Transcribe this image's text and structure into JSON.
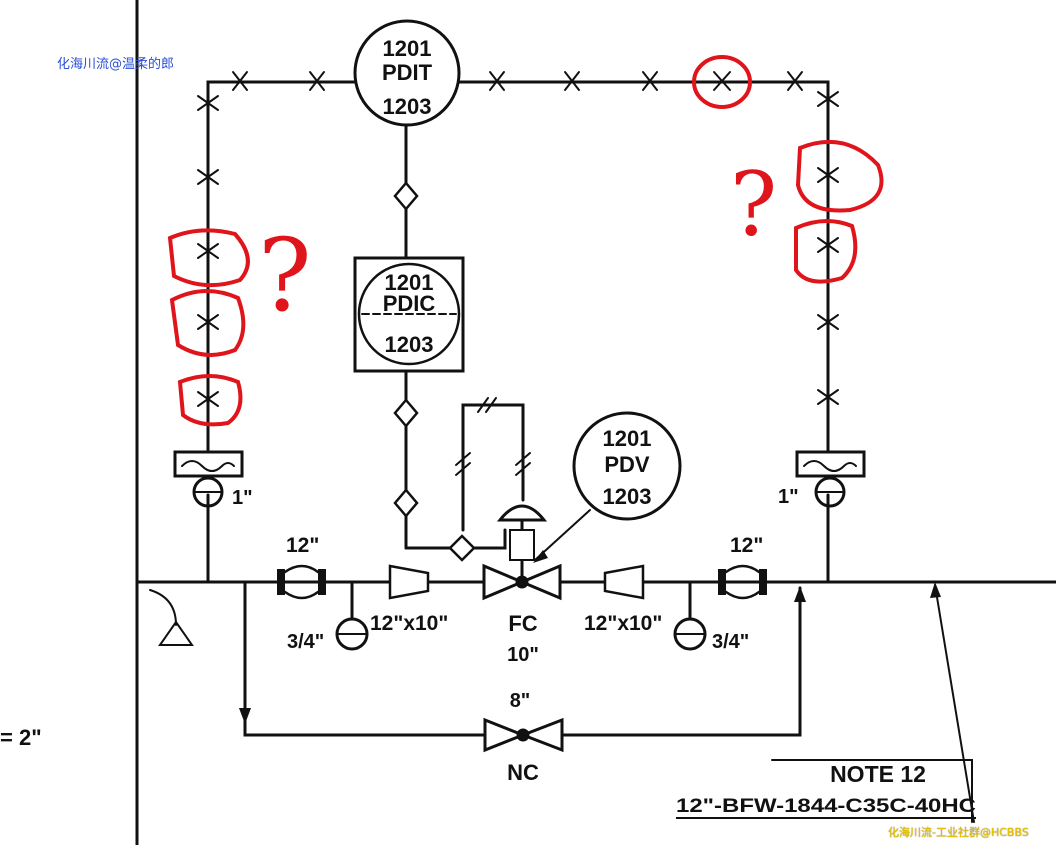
{
  "watermarks": {
    "top_left": "化海川流@温柔的郎",
    "bottom_right": "化海川流-工业社群@HCBBS"
  },
  "instruments": {
    "pdit": {
      "line1": "1201",
      "line2": "PDIT",
      "line3": "1203"
    },
    "pdic": {
      "line1": "1201",
      "line2": "PDIC",
      "line3": "1203"
    },
    "pdv": {
      "line1": "1201",
      "line2": "PDV",
      "line3": "1203"
    }
  },
  "labels": {
    "left_seal_size": "1\"",
    "right_seal_size": "1\"",
    "left_valve_size": "12\"",
    "right_valve_size": "12\"",
    "left_reducer": "12\"x10\"",
    "right_reducer": "12\"x10\"",
    "left_drain": "3/4\"",
    "right_drain": "3/4\"",
    "control_valve_fail": "FC",
    "control_valve_size": "10\"",
    "bypass_size": "8\"",
    "bypass_state": "NC",
    "left_edge_text": "= 2\"",
    "note": "NOTE 12",
    "line_number": "12\"-BFW-1844-C35C-40HC"
  },
  "annotations": {
    "question_mark_left": "?",
    "question_mark_right": "?"
  },
  "colors": {
    "line": "#111111",
    "markup": "#e0141b",
    "watermark_top": "#2b4fd6",
    "watermark_bottom": "#e8c300"
  }
}
